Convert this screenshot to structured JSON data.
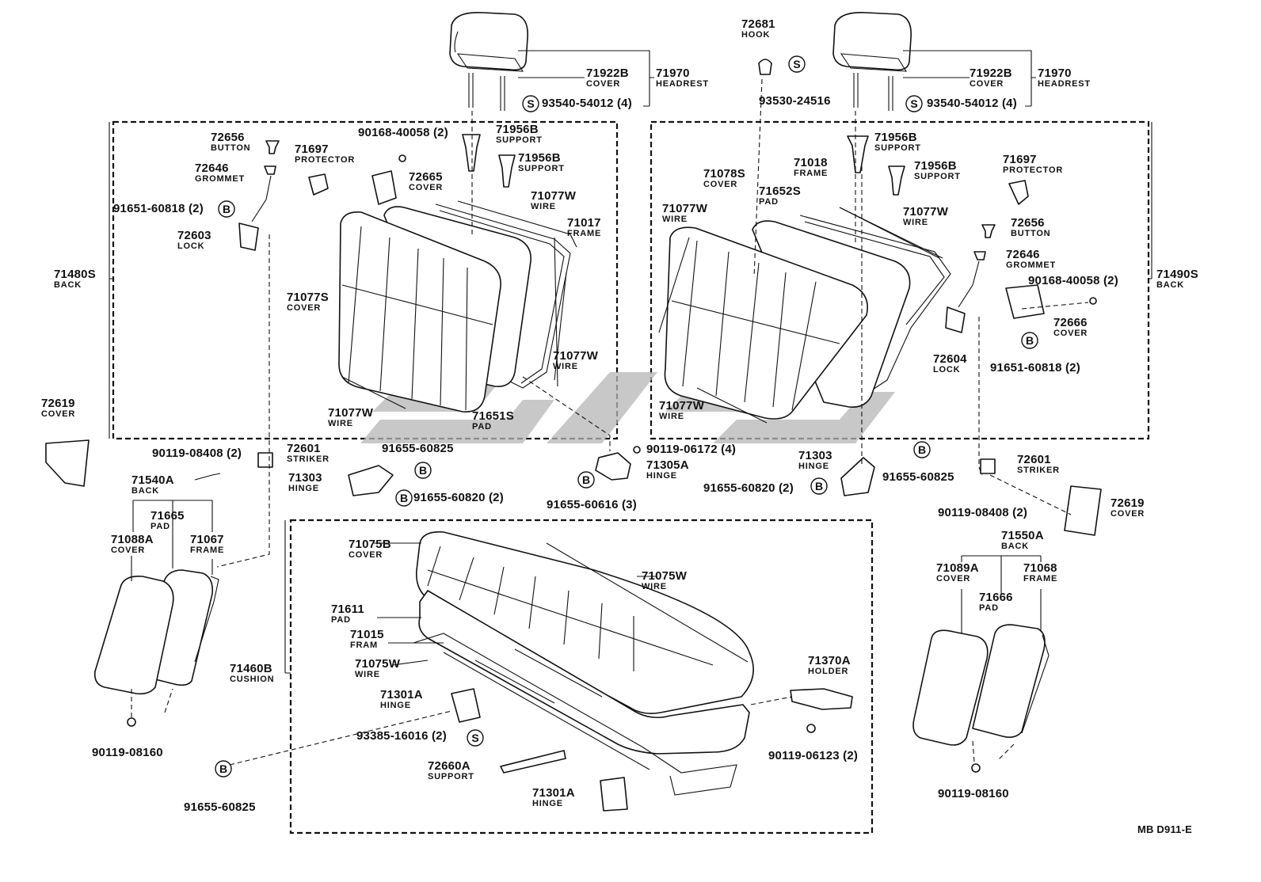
{
  "diagram": {
    "drawing_code": "MB D911-E",
    "callouts": [
      {
        "id": "l-71480s",
        "number": "71480S",
        "name": "BACK"
      },
      {
        "id": "l-72656",
        "number": "72656",
        "name": "BUTTON"
      },
      {
        "id": "l-72646",
        "number": "72646",
        "name": "GROMMET"
      },
      {
        "id": "l-71697",
        "number": "71697",
        "name": "PROTECTOR"
      },
      {
        "id": "l-91651",
        "number": "91651-60818 (2)",
        "name": ""
      },
      {
        "id": "l-72603",
        "number": "72603",
        "name": "LOCK"
      },
      {
        "id": "l-90168",
        "number": "90168-40058 (2)",
        "name": ""
      },
      {
        "id": "l-72665",
        "number": "72665",
        "name": "COVER"
      },
      {
        "id": "l-71956b-a",
        "number": "71956B",
        "name": "SUPPORT"
      },
      {
        "id": "l-71956b-b",
        "number": "71956B",
        "name": "SUPPORT"
      },
      {
        "id": "l-71077w-a",
        "number": "71077W",
        "name": "WIRE"
      },
      {
        "id": "l-71017",
        "number": "71017",
        "name": "FRAME"
      },
      {
        "id": "l-71077s",
        "number": "71077S",
        "name": "COVER"
      },
      {
        "id": "l-71077w-b",
        "number": "71077W",
        "name": "WIRE"
      },
      {
        "id": "l-71077w-c",
        "number": "71077W",
        "name": "WIRE"
      },
      {
        "id": "l-71651s",
        "number": "71651S",
        "name": "PAD"
      },
      {
        "id": "l-71922b-l",
        "number": "71922B",
        "name": "COVER"
      },
      {
        "id": "l-71970-l",
        "number": "71970",
        "name": "HEADREST"
      },
      {
        "id": "l-93540-l",
        "number": "93540-54012 (4)",
        "name": ""
      },
      {
        "id": "l-72619-l",
        "number": "72619",
        "name": "COVER"
      },
      {
        "id": "l-90119-08408-l",
        "number": "90119-08408 (2)",
        "name": ""
      },
      {
        "id": "l-72601-l",
        "number": "72601",
        "name": "STRIKER"
      },
      {
        "id": "l-71303-l",
        "number": "71303",
        "name": "HINGE"
      },
      {
        "id": "l-91655-60825-a",
        "number": "91655-60825",
        "name": ""
      },
      {
        "id": "l-91655-60820-l",
        "number": "91655-60820 (2)",
        "name": ""
      },
      {
        "id": "l-71540a",
        "number": "71540A",
        "name": "BACK"
      },
      {
        "id": "l-71665",
        "number": "71665",
        "name": "PAD"
      },
      {
        "id": "l-71088a",
        "number": "71088A",
        "name": "COVER"
      },
      {
        "id": "l-71067",
        "number": "71067",
        "name": "FRAME"
      },
      {
        "id": "l-90119-08160-l",
        "number": "90119-08160",
        "name": ""
      },
      {
        "id": "l-90119-06172",
        "number": "90119-06172 (4)",
        "name": ""
      },
      {
        "id": "l-71305a",
        "number": "71305A",
        "name": "HINGE"
      },
      {
        "id": "l-91655-60616",
        "number": "91655-60616 (3)",
        "name": ""
      },
      {
        "id": "l-72681",
        "number": "72681",
        "name": "HOOK"
      },
      {
        "id": "l-93530",
        "number": "93530-24516",
        "name": ""
      },
      {
        "id": "l-71922b-r",
        "number": "71922B",
        "name": "COVER"
      },
      {
        "id": "l-71970-r",
        "number": "71970",
        "name": "HEADREST"
      },
      {
        "id": "l-93540-r",
        "number": "93540-54012 (4)",
        "name": ""
      },
      {
        "id": "l-71956b-c",
        "number": "71956B",
        "name": "SUPPORT"
      },
      {
        "id": "l-71956b-d",
        "number": "71956B",
        "name": "SUPPORT"
      },
      {
        "id": "l-71078s",
        "number": "71078S",
        "name": "COVER"
      },
      {
        "id": "l-71018",
        "number": "71018",
        "name": "FRAME"
      },
      {
        "id": "l-71652s",
        "number": "71652S",
        "name": "PAD"
      },
      {
        "id": "l-71077w-d",
        "number": "71077W",
        "name": "WIRE"
      },
      {
        "id": "l-71077w-e",
        "number": "71077W",
        "name": "WIRE"
      },
      {
        "id": "l-71697-r",
        "number": "71697",
        "name": "PROTECTOR"
      },
      {
        "id": "l-72656-r",
        "number": "72656",
        "name": "BUTTON"
      },
      {
        "id": "l-72646-r",
        "number": "72646",
        "name": "GROMMET"
      },
      {
        "id": "l-71490s",
        "number": "71490S",
        "name": "BACK"
      },
      {
        "id": "l-90168-r",
        "number": "90168-40058 (2)",
        "name": ""
      },
      {
        "id": "l-72666",
        "number": "72666",
        "name": "COVER"
      },
      {
        "id": "l-72604",
        "number": "72604",
        "name": "LOCK"
      },
      {
        "id": "l-91651-r",
        "number": "91651-60818 (2)",
        "name": ""
      },
      {
        "id": "l-71077w-f",
        "number": "71077W",
        "name": "WIRE"
      },
      {
        "id": "l-71303-r",
        "number": "71303",
        "name": "HINGE"
      },
      {
        "id": "l-91655-60825-b",
        "number": "91655-60825",
        "name": ""
      },
      {
        "id": "l-91655-60820-r",
        "number": "91655-60820 (2)",
        "name": ""
      },
      {
        "id": "l-72601-r",
        "number": "72601",
        "name": "STRIKER"
      },
      {
        "id": "l-90119-08408-r",
        "number": "90119-08408 (2)",
        "name": ""
      },
      {
        "id": "l-72619-r",
        "number": "72619",
        "name": "COVER"
      },
      {
        "id": "l-71550a",
        "number": "71550A",
        "name": "BACK"
      },
      {
        "id": "l-71089a",
        "number": "71089A",
        "name": "COVER"
      },
      {
        "id": "l-71068",
        "number": "71068",
        "name": "FRAME"
      },
      {
        "id": "l-71666",
        "number": "71666",
        "name": "PAD"
      },
      {
        "id": "l-90119-08160-r",
        "number": "90119-08160",
        "name": ""
      },
      {
        "id": "l-71075b",
        "number": "71075B",
        "name": "COVER"
      },
      {
        "id": "l-71075w-a",
        "number": "71075W",
        "name": "WIRE"
      },
      {
        "id": "l-71611",
        "number": "71611",
        "name": "PAD"
      },
      {
        "id": "l-71015",
        "number": "71015",
        "name": "FRAM"
      },
      {
        "id": "l-71075w-b",
        "number": "71075W",
        "name": "WIRE"
      },
      {
        "id": "l-71460b",
        "number": "71460B",
        "name": "CUSHION"
      },
      {
        "id": "l-71301a-a",
        "number": "71301A",
        "name": "HINGE"
      },
      {
        "id": "l-93385",
        "number": "93385-16016 (2)",
        "name": ""
      },
      {
        "id": "l-71370a",
        "number": "71370A",
        "name": "HOLDER"
      },
      {
        "id": "l-90119-06123",
        "number": "90119-06123 (2)",
        "name": ""
      },
      {
        "id": "l-72660a",
        "number": "72660A",
        "name": "SUPPORT"
      },
      {
        "id": "l-71301a-b",
        "number": "71301A",
        "name": "HINGE"
      },
      {
        "id": "l-91655-60825-c",
        "number": "91655-60825",
        "name": ""
      }
    ],
    "symbols": {
      "screw": "S",
      "bolt": "B"
    }
  },
  "colors": {
    "line": "#111111",
    "paper": "#ffffff",
    "watermark": "#b5b5b5"
  }
}
